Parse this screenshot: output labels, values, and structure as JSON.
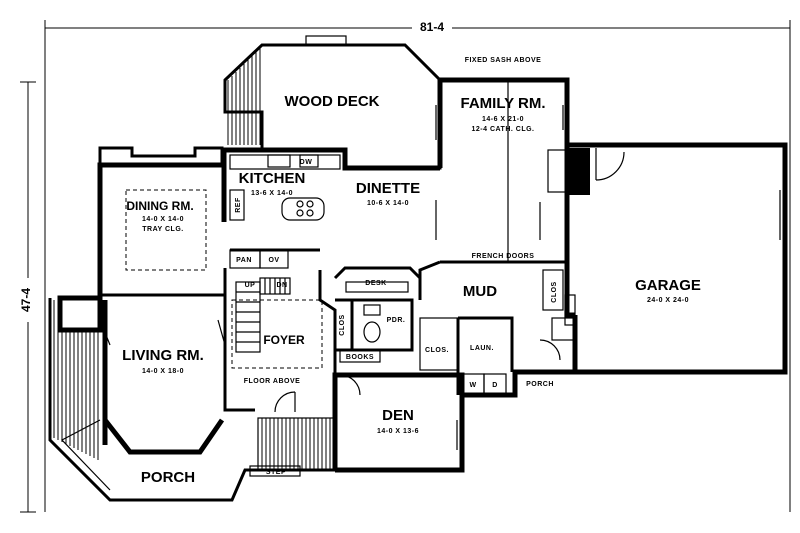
{
  "dimensions": {
    "width": "81-4",
    "depth": "47-4"
  },
  "rooms": {
    "wood_deck": {
      "name": "WOOD DECK"
    },
    "family_rm": {
      "name": "FAMILY RM.",
      "size": "14-6 X 21-0",
      "note": "12-4 CATH. CLG.",
      "above": "FIXED SASH ABOVE"
    },
    "kitchen": {
      "name": "KITCHEN",
      "size": "13-6 X 14-0"
    },
    "dinette": {
      "name": "DINETTE",
      "size": "10-6 X 14-0"
    },
    "dining_rm": {
      "name": "DINING RM.",
      "size": "14-0 X 14-0",
      "note": "TRAY CLG."
    },
    "garage": {
      "name": "GARAGE",
      "size": "24-0 X 24-0"
    },
    "mud": {
      "name": "MUD"
    },
    "living_rm": {
      "name": "LIVING RM.",
      "size": "14-0 X 18-0"
    },
    "foyer": {
      "name": "FOYER"
    },
    "den": {
      "name": "DEN",
      "size": "14-0 X 13-6"
    },
    "porch_front": {
      "name": "PORCH"
    },
    "porch_side": {
      "name": "PORCH"
    }
  },
  "fixtures": {
    "dw": "DW",
    "ref": "REF",
    "pan": "PAN",
    "ov": "OV",
    "up": "UP",
    "dn": "DN",
    "desk": "DESK",
    "clos1": "CLOS",
    "clos2": "CLOS",
    "clos3": "CLOS.",
    "pdr": "PDR.",
    "laun": "LAUN.",
    "books": "BOOKS",
    "w": "W",
    "d": "D",
    "french_doors": "FRENCH DOORS",
    "floor_above": "FLOOR ABOVE",
    "step": "STEP"
  }
}
